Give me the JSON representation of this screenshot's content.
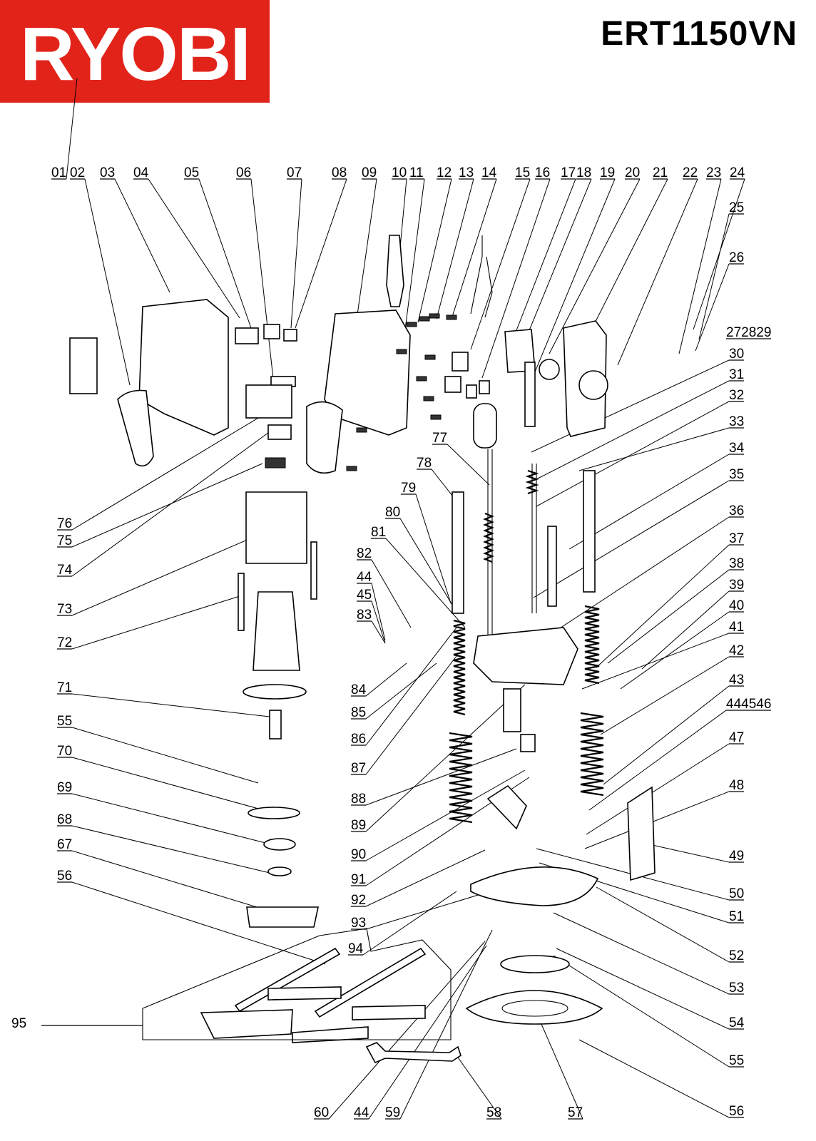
{
  "brand": {
    "logo_text": "RYOBI",
    "logo_color": "#e2231a"
  },
  "model": "ERT1150VN",
  "labels": {
    "top": [
      "01",
      "02",
      "03",
      "04",
      "05",
      "06",
      "07",
      "08",
      "09",
      "10",
      "11",
      "12",
      "13",
      "14",
      "15",
      "16",
      "17",
      "18",
      "19",
      "20",
      "21",
      "22",
      "23",
      "24"
    ],
    "right": [
      "25",
      "26",
      "27",
      "28",
      "29",
      "30",
      "31",
      "32",
      "33",
      "34",
      "35",
      "36",
      "37",
      "38",
      "39",
      "40",
      "41",
      "42",
      "43",
      "44",
      "45",
      "46",
      "47",
      "48",
      "49",
      "50",
      "51",
      "52",
      "53",
      "54",
      "55",
      "56"
    ],
    "left": [
      "76",
      "75",
      "74",
      "73",
      "72",
      "71",
      "55",
      "70",
      "69",
      "68",
      "67",
      "56",
      "95"
    ],
    "center": [
      "77",
      "78",
      "79",
      "80",
      "81",
      "82",
      "44",
      "45",
      "83",
      "84",
      "85",
      "86",
      "87",
      "88",
      "89",
      "90",
      "91",
      "92",
      "93",
      "94"
    ],
    "bottom": [
      "60",
      "44",
      "59",
      "58",
      "57"
    ]
  }
}
